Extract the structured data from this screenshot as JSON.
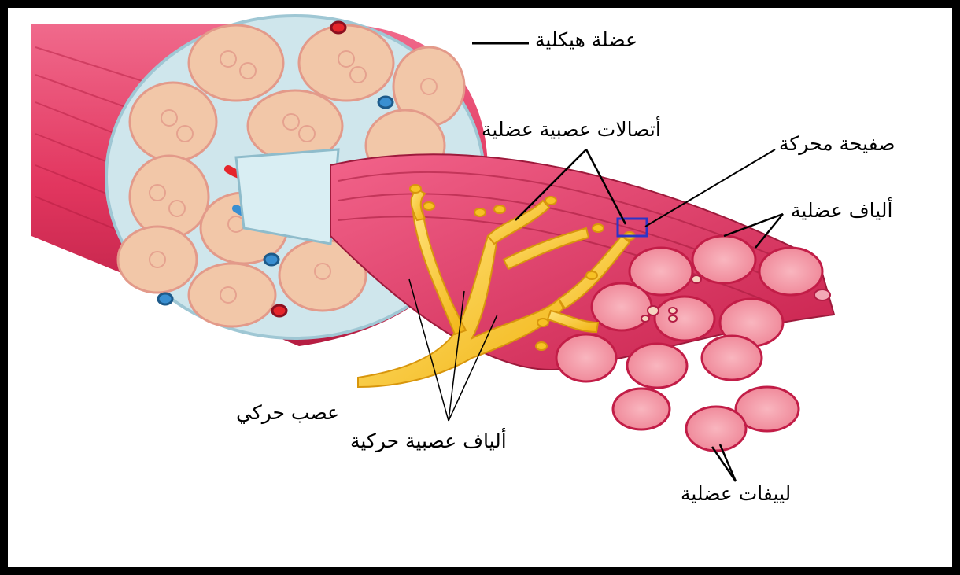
{
  "diagram": {
    "labels": {
      "skeletal_muscle": "عضلة هيكلية",
      "neuromuscular_junctions": "أتصالات عصبية عضلية",
      "motor_end_plate": "صفيحة محركة",
      "muscle_fibers": "ألياف عضلية",
      "motor_nerve": "عصب حركي",
      "motor_nerve_fibers": "ألياف عصبية حركية",
      "myofibrils": "لييفات عضلية"
    },
    "colors": {
      "muscle": "#e8416a",
      "muscle_dark": "#b81e44",
      "nerve": "#f7c224",
      "fascicle_fill": "#f2c7a8",
      "connective_tissue": "#cfe6ec",
      "artery": "#e5252b",
      "vein": "#3a8fd1",
      "highlight_box": "#2d35c7"
    }
  }
}
